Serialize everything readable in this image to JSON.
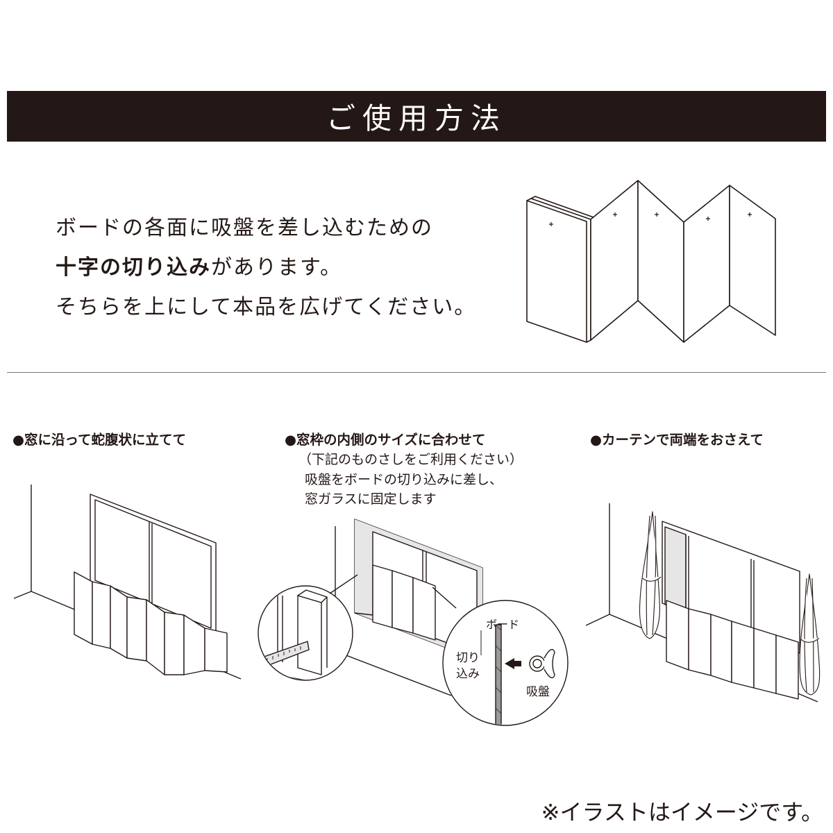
{
  "banner": {
    "title": "ご使用方法"
  },
  "intro": {
    "line1": "ボードの各面に吸盤を差し込むための",
    "line2_bold": "十字の切り込み",
    "line2_rest": "があります。",
    "line3": "そちらを上にして本品を広げてください。"
  },
  "steps": [
    {
      "title": "●窓に沿って蛇腹状に立てて"
    },
    {
      "title": "●窓枠の内側のサイズに合わせて",
      "note1": "（下記のものさしをご利用ください）",
      "note2": "吸盤をボードの切り込みに差し、",
      "note3": "窓ガラスに固定します",
      "detail": {
        "board_label": "ボード",
        "cut_label_1": "切り",
        "cut_label_2": "込み",
        "suction_label": "吸盤"
      }
    },
    {
      "title": "●カーテンで両端をおさえて"
    }
  ],
  "footnote": "※イラストはイメージです。",
  "colors": {
    "ink": "#231815",
    "banner_bg": "#231815",
    "banner_text": "#ffffff"
  }
}
